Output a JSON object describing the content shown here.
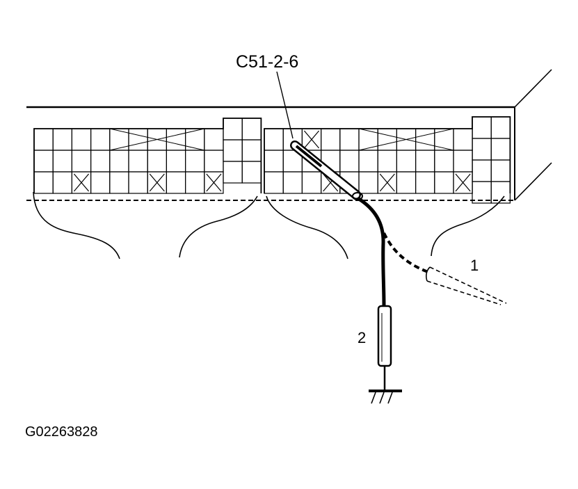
{
  "labels": {
    "connector": "C51-2-6",
    "probe_one": "1",
    "probe_two": "2",
    "figure_id": "G02263828"
  }
}
